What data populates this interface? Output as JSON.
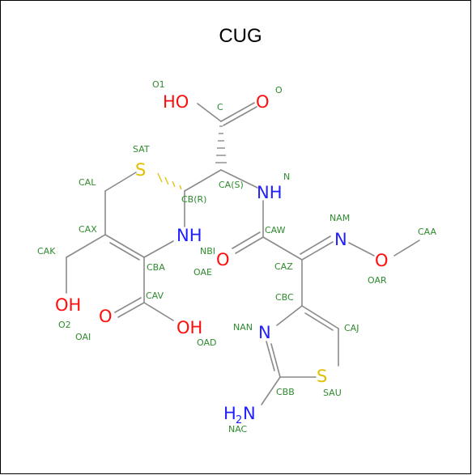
{
  "title": "CUG",
  "atoms": {
    "O1": "HO",
    "O": "O",
    "SAT": "S",
    "N": "NH",
    "NBI": "NH",
    "OAE": "O",
    "NAM": "N",
    "OAR": "O",
    "NAN": "N",
    "SAU": "S",
    "NAC_H": "H",
    "NAC_2": "2",
    "NAC_N": "N",
    "O2": "OH",
    "OAI": "O",
    "OAD": "OH"
  },
  "labels": {
    "O1": "O1",
    "O": "O",
    "C": "C",
    "SAT": "SAT",
    "CAL": "CAL",
    "CA_S": "CA(S)",
    "N": "N",
    "CB_R": "CB(R)",
    "CAX": "CAX",
    "CAK": "CAK",
    "NBI": "NBI",
    "CBA": "CBA",
    "OAE": "OAE",
    "NAM": "NAM",
    "CAA": "CAA",
    "CAW": "CAW",
    "CAZ": "CAZ",
    "OAR": "OAR",
    "CAV": "CAV",
    "CBC": "CBC",
    "O2": "O2",
    "OAI": "OAI",
    "OAD": "OAD",
    "NAN": "NAN",
    "CAJ": "CAJ",
    "CBB": "CBB",
    "SAU": "SAU",
    "NAC": "NAC"
  },
  "colors": {
    "oxygen": "#ff0d0d",
    "nitrogen": "#1e1eff",
    "sulfur": "#e0c000",
    "label": "#2e8b2e",
    "bond": "#8a8a8a",
    "frame": "#000000"
  }
}
